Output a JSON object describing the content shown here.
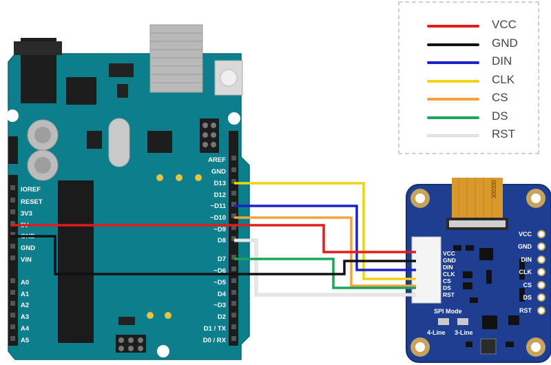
{
  "legend": {
    "items": [
      {
        "label": "VCC",
        "color": "#e21b1b"
      },
      {
        "label": "GND",
        "color": "#111111"
      },
      {
        "label": "DIN",
        "color": "#1a22c8"
      },
      {
        "label": "CLK",
        "color": "#f2d30e"
      },
      {
        "label": "CS",
        "color": "#f5a23a"
      },
      {
        "label": "DS",
        "color": "#1aa55a"
      },
      {
        "label": "RST",
        "color": "#e8e8e8"
      }
    ]
  },
  "arduino": {
    "left_pins": [
      "IOREF",
      "RESET",
      "3V3",
      "5V",
      "GND",
      "GND",
      "VIN",
      "A0",
      "A1",
      "A2",
      "A3",
      "A4",
      "A5"
    ],
    "right_pins": [
      "AREF",
      "GND",
      "D13",
      "D12",
      "~D11",
      "~D10",
      "~D9",
      "D8",
      "D7",
      "~D6",
      "~D5",
      "D4",
      "~D3",
      "D2",
      "D1 / TX",
      "D0 / RX"
    ]
  },
  "module": {
    "connector_pins": [
      "VCC",
      "GND",
      "DIN",
      "CLK",
      "CS",
      "DS",
      "RST"
    ],
    "side_pins": [
      "VCC",
      "GND",
      "DIN",
      "CLK",
      "CS",
      "DS",
      "RST"
    ],
    "fpc_code": "300330",
    "spi_mode_title": "SPI Mode",
    "spi_4line": "4-Line",
    "spi_3line": "3-Line"
  }
}
